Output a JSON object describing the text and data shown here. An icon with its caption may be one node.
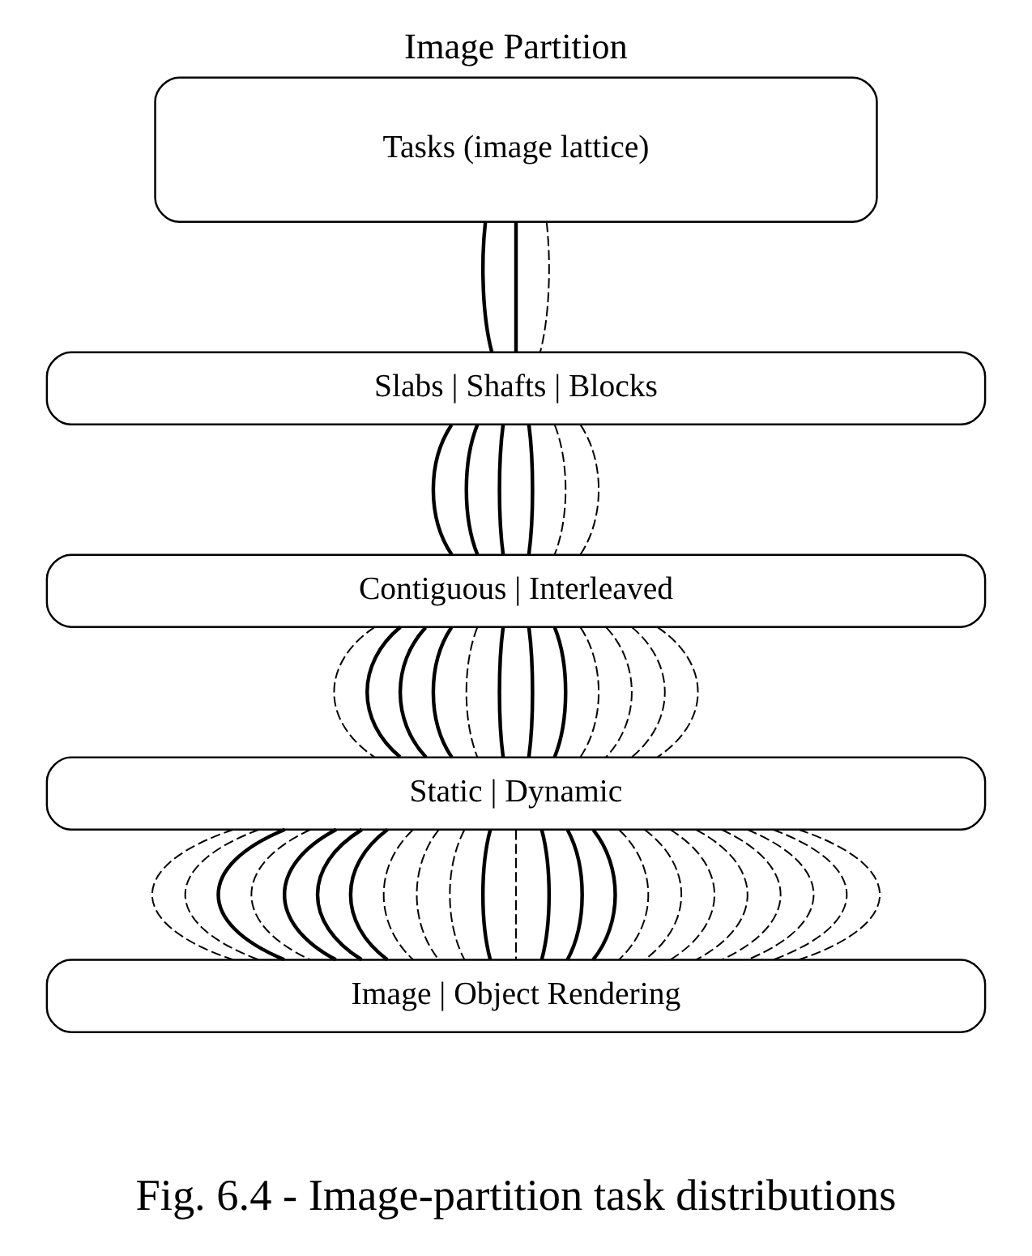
{
  "diagram": {
    "title": "Image Partition",
    "caption": "Fig. 6.4 - Image-partition task distributions",
    "nodes": [
      {
        "text": [
          "Tasks (image lattice)"
        ]
      },
      {
        "text": [
          "Slabs | Shafts | Blocks"
        ]
      },
      {
        "text": [
          "Contiguous | Interleaved"
        ]
      },
      {
        "text": [
          "Static | Dynamic"
        ]
      },
      {
        "text": [
          "Image | Object Rendering"
        ]
      }
    ],
    "edges": [
      {
        "from": 0,
        "to": 1,
        "arrow": "none"
      },
      {
        "from": 0,
        "to": 1,
        "arrow": "none"
      },
      {
        "from": 0,
        "to": 1,
        "arrow": "none",
        "style": "dashed"
      },
      {
        "from": 1,
        "to": 2,
        "arrow": "none"
      },
      {
        "from": 1,
        "to": 2,
        "arrow": "none"
      },
      {
        "from": 1,
        "to": 2,
        "arrow": "none"
      },
      {
        "from": 1,
        "to": 2,
        "arrow": "none"
      },
      {
        "from": 1,
        "to": 2,
        "arrow": "none",
        "style": "dashed"
      },
      {
        "from": 1,
        "to": 2,
        "arrow": "none",
        "style": "dashed"
      },
      {
        "from": 2,
        "to": 3,
        "arrow": "none",
        "style": "dashed"
      },
      {
        "from": 2,
        "to": 3,
        "arrow": "none"
      },
      {
        "from": 2,
        "to": 3,
        "arrow": "none"
      },
      {
        "from": 2,
        "to": 3,
        "arrow": "none"
      },
      {
        "from": 2,
        "to": 3,
        "arrow": "none",
        "style": "dashed"
      },
      {
        "from": 2,
        "to": 3,
        "arrow": "none"
      },
      {
        "from": 2,
        "to": 3,
        "arrow": "none"
      },
      {
        "from": 2,
        "to": 3,
        "arrow": "none"
      },
      {
        "from": 2,
        "to": 3,
        "arrow": "none",
        "style": "dashed"
      },
      {
        "from": 2,
        "to": 3,
        "arrow": "none",
        "style": "dashed"
      },
      {
        "from": 2,
        "to": 3,
        "arrow": "none",
        "style": "dashed"
      },
      {
        "from": 2,
        "to": 3,
        "arrow": "none",
        "style": "dashed"
      },
      {
        "from": 3,
        "to": 4,
        "arrow": "none",
        "style": "dashed"
      },
      {
        "from": 3,
        "to": 4,
        "arrow": "none",
        "style": "dashed"
      },
      {
        "from": 3,
        "to": 4,
        "arrow": "none"
      },
      {
        "from": 3,
        "to": 4,
        "arrow": "none",
        "style": "dashed"
      },
      {
        "from": 3,
        "to": 4,
        "arrow": "none"
      },
      {
        "from": 3,
        "to": 4,
        "arrow": "none"
      },
      {
        "from": 3,
        "to": 4,
        "arrow": "none"
      },
      {
        "from": 3,
        "to": 4,
        "arrow": "none",
        "style": "dashed"
      },
      {
        "from": 3,
        "to": 4,
        "arrow": "none",
        "style": "dashed"
      },
      {
        "from": 3,
        "to": 4,
        "arrow": "none",
        "style": "dashed"
      },
      {
        "from": 3,
        "to": 4,
        "arrow": "none"
      },
      {
        "from": 3,
        "to": 4,
        "arrow": "none",
        "style": "dashed"
      },
      {
        "from": 3,
        "to": 4,
        "arrow": "none"
      },
      {
        "from": 3,
        "to": 4,
        "arrow": "none"
      },
      {
        "from": 3,
        "to": 4,
        "arrow": "none"
      },
      {
        "from": 3,
        "to": 4,
        "arrow": "none",
        "style": "dashed"
      },
      {
        "from": 3,
        "to": 4,
        "arrow": "none",
        "style": "dashed"
      },
      {
        "from": 3,
        "to": 4,
        "arrow": "none",
        "style": "dashed"
      },
      {
        "from": 3,
        "to": 4,
        "arrow": "none",
        "style": "dashed"
      },
      {
        "from": 3,
        "to": 4,
        "arrow": "none",
        "style": "dashed"
      },
      {
        "from": 3,
        "to": 4,
        "arrow": "none",
        "style": "dashed"
      },
      {
        "from": 3,
        "to": 4,
        "arrow": "none",
        "style": "dashed"
      },
      {
        "from": 3,
        "to": 4,
        "arrow": "none",
        "style": "dashed"
      }
    ]
  }
}
